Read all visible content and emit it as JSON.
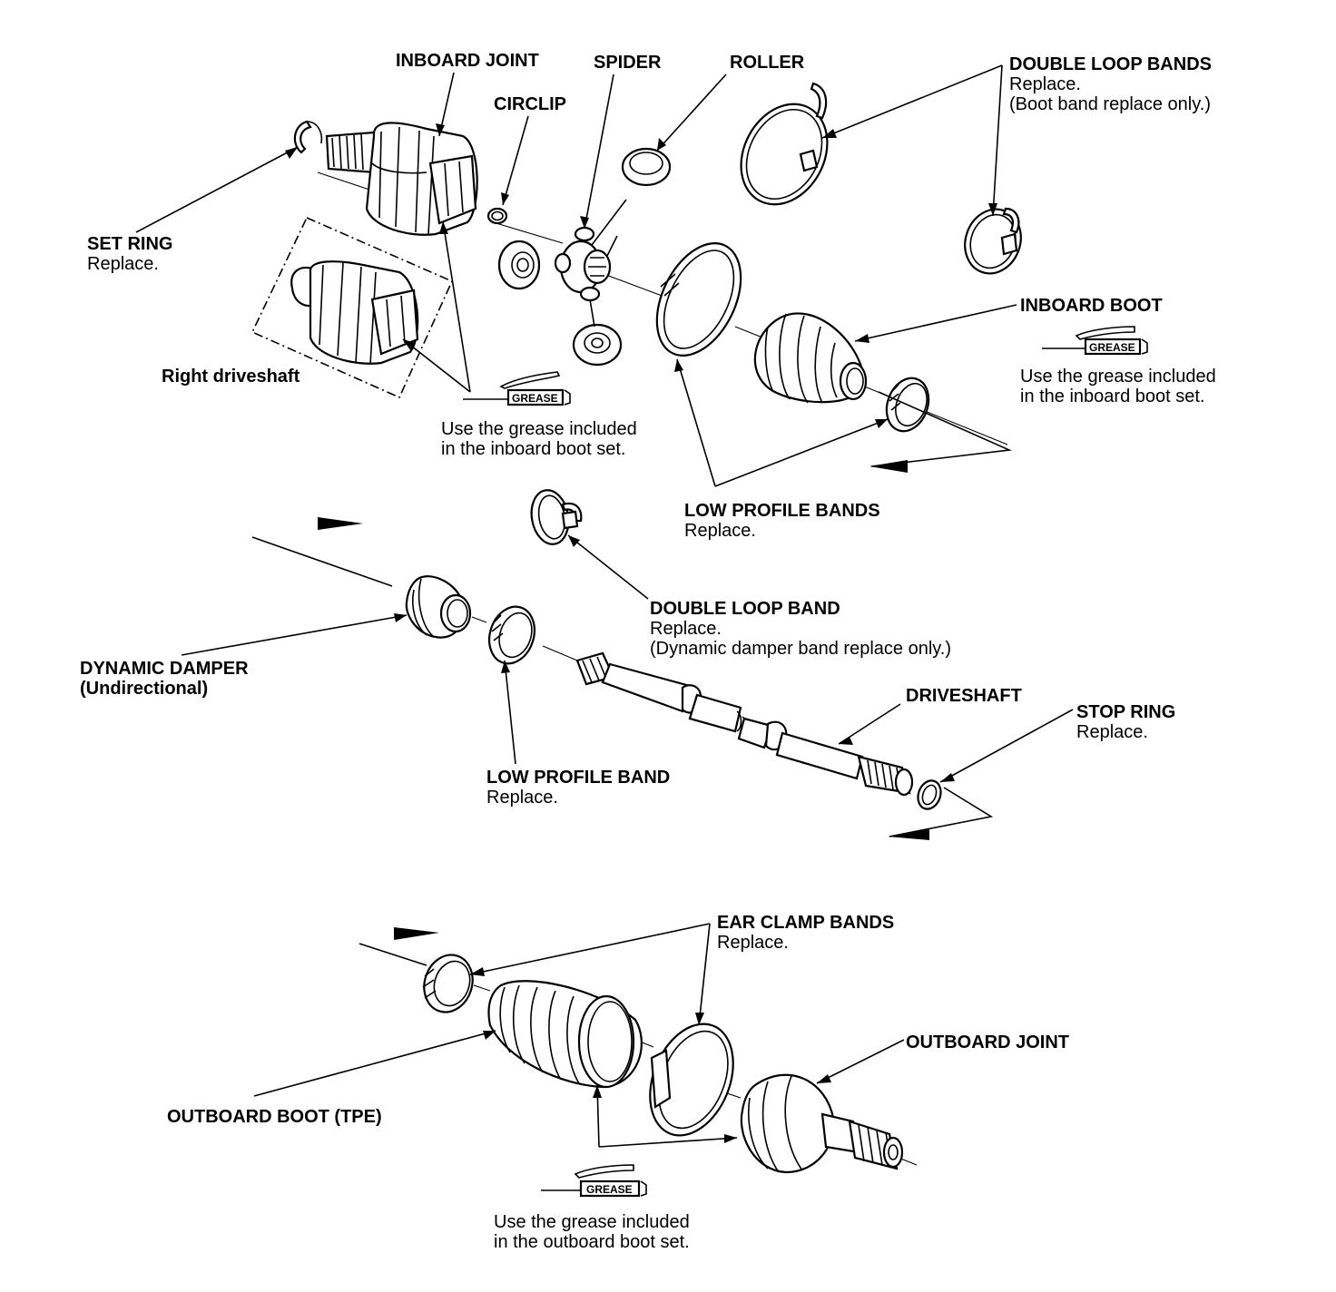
{
  "labels": {
    "inboard_joint": "INBOARD JOINT",
    "spider": "SPIDER",
    "roller": "ROLLER",
    "circlip": "CIRCLIP",
    "double_loop_bands": {
      "title": "DOUBLE LOOP BANDS",
      "note1": "Replace.",
      "note2": "(Boot band replace only.)"
    },
    "set_ring": {
      "title": "SET RING",
      "note": "Replace."
    },
    "right_driveshaft": "Right driveshaft",
    "inboard_boot": "INBOARD BOOT",
    "grease_note_inboard_right": {
      "line1": "Use the grease included",
      "line2": "in the inboard boot set."
    },
    "grease_note_inboard_left": {
      "line1": "Use the grease included",
      "line2": "in the inboard boot set."
    },
    "low_profile_bands": {
      "title": "LOW PROFILE BANDS",
      "note": "Replace."
    },
    "double_loop_band": {
      "title": "DOUBLE LOOP BAND",
      "note1": "Replace.",
      "note2": "(Dynamic damper band replace only.)"
    },
    "dynamic_damper": {
      "title": "DYNAMIC DAMPER",
      "note": "(Undirectional)"
    },
    "driveshaft": "DRIVESHAFT",
    "stop_ring": {
      "title": "STOP RING",
      "note": "Replace."
    },
    "low_profile_band": {
      "title": "LOW PROFILE BAND",
      "note": "Replace."
    },
    "ear_clamp_bands": {
      "title": "EAR CLAMP BANDS",
      "note": "Replace."
    },
    "outboard_joint": "OUTBOARD JOINT",
    "outboard_boot": "OUTBOARD BOOT (TPE)",
    "grease_note_outboard": {
      "line1": "Use the grease included",
      "line2": "in the outboard boot set."
    }
  },
  "grease_tag": "GREASE"
}
